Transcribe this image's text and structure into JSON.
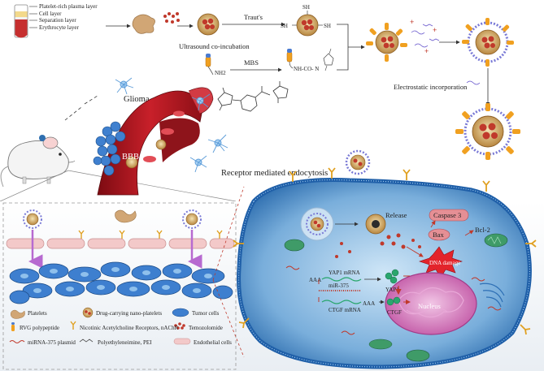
{
  "tube_legend": {
    "layer1": "Platelet-rich plasma layer",
    "layer2": "Cell layer",
    "layer3": "Separation layer",
    "layer4": "Erythrocyte layer"
  },
  "top_row": {
    "ultrasound": "Ultrasound co-incubation",
    "trauts": "Traut's",
    "mbs": "MBS",
    "nh2": "NH2",
    "nh_co_n": "NH-CO- N",
    "sh_a": "SH",
    "sh_b": "SH",
    "sh_c": "SH",
    "electrostatic": "Electrostatic incorporation"
  },
  "middle": {
    "glioma": "Glioma",
    "bbb": "BBB",
    "receptor": "Receptor mediated endocytosis"
  },
  "cell": {
    "release": "Release",
    "caspase": "Caspase 3",
    "bax": "Bax",
    "bcl2": "Bcl-2",
    "dna_damage": "DNA damage",
    "yap1_mrna": "YAP1 mRNA",
    "mir375": "miR-375",
    "ctgf_mrna": "CTGF mRNA",
    "aaa1": "AAA",
    "aaa2": "AAA",
    "yap1": "YAP1",
    "ctgf": "CTGF",
    "nucleus": "Nucleus"
  },
  "legend": {
    "platelets": "Platelets",
    "nano": "Drug-carrying nano-platelets",
    "tumor": "Tumor cells",
    "rvg": "RVG polypeptide",
    "nachr": "Nicotinic Acetylcholine Receptors, nAChR",
    "tmz": "Temozolomide",
    "plasmid": "miRNA-375 plasmid",
    "pei": "Polyethyleneimine, PEI",
    "endo": "Endothelial cells"
  },
  "colors": {
    "blood_red": "#b3121c",
    "cell_blue": "#1f5fa8",
    "nucleus_pink": "#c64aa0",
    "platelet_tan": "#c49a6c",
    "drug_red": "#c0392b"
  }
}
